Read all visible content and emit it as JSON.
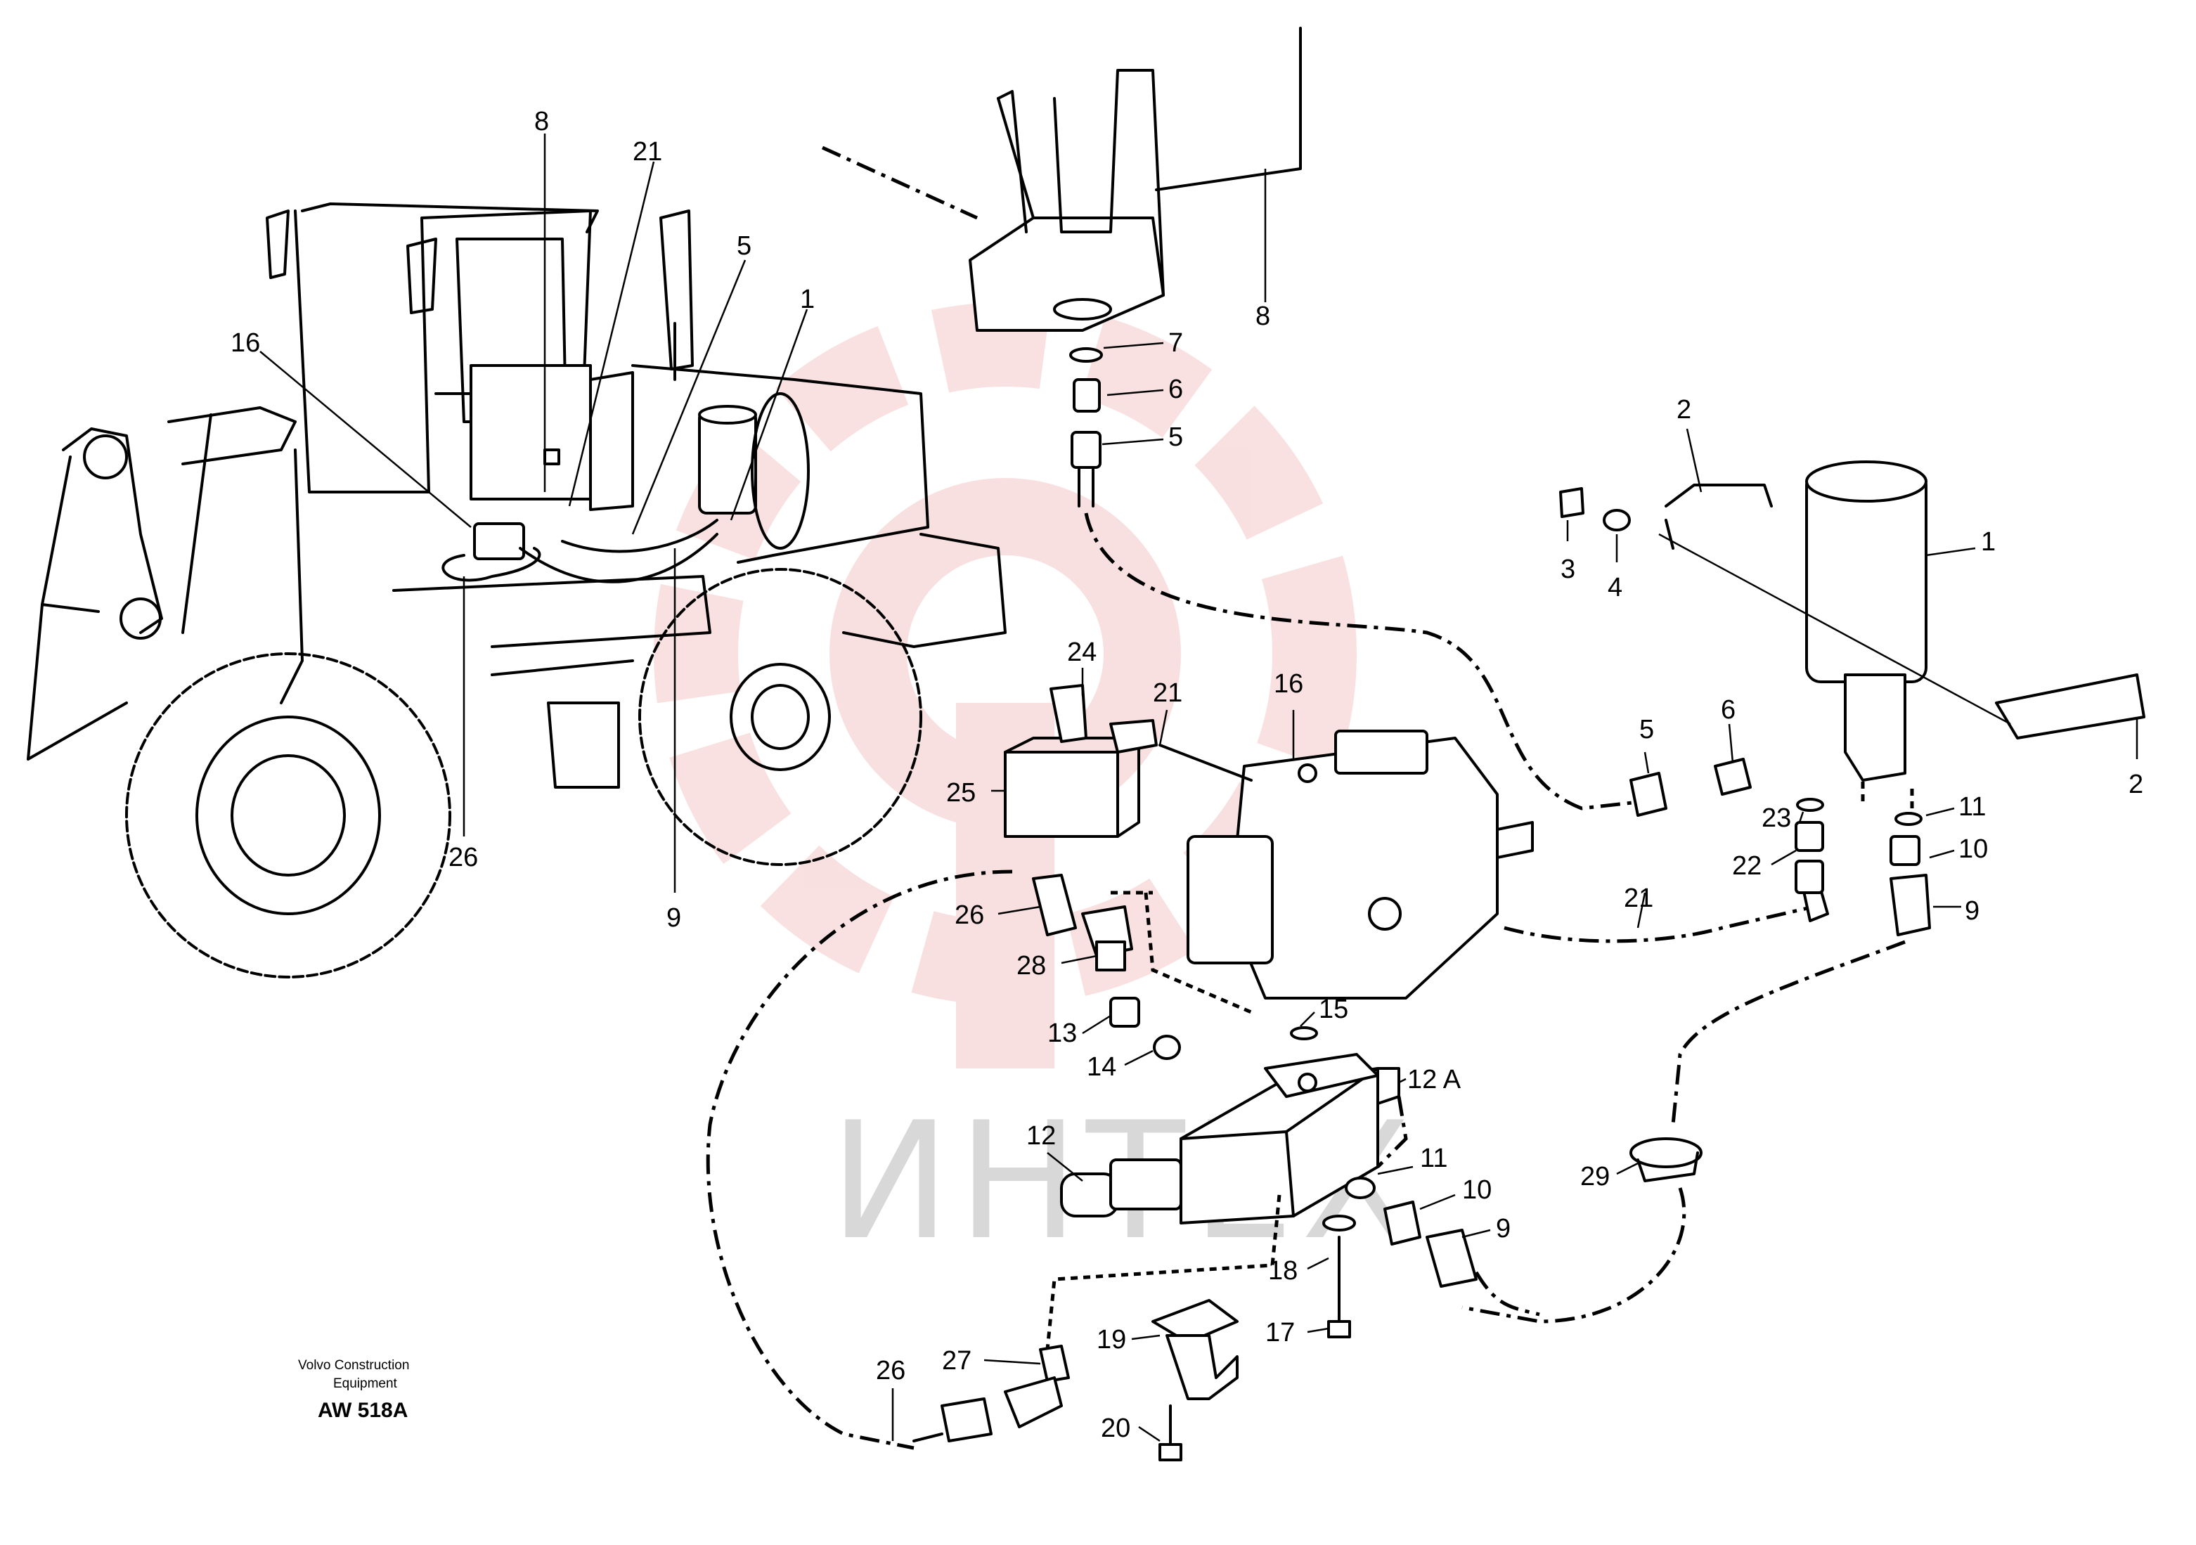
{
  "credit": {
    "line1": "Volvo Construction",
    "line2": "Equipment",
    "code": "AW 518A"
  },
  "watermark": {
    "text": "ИНТЕХ",
    "logo_color": "#f4c8c8",
    "text_color": "#d8d8d8"
  },
  "labels": {
    "l8a": "8",
    "l21a": "21",
    "l5a": "5",
    "l1a": "1",
    "l16a": "16",
    "l26a": "26",
    "l9a": "9",
    "l7": "7",
    "l6a": "6",
    "l5b": "5",
    "l8b": "8",
    "l2a": "2",
    "l3": "3",
    "l4": "4",
    "l1b": "1",
    "l2b": "2",
    "l24": "24",
    "l21b": "21",
    "l16b": "16",
    "l25": "25",
    "l5c": "5",
    "l6b": "6",
    "l23": "23",
    "l22": "22",
    "l11a": "11",
    "l10a": "10",
    "l9b": "9",
    "l21c": "21",
    "l26b": "26",
    "l28": "28",
    "l15": "15",
    "l13": "13",
    "l14": "14",
    "l12a": "12 A",
    "l12": "12",
    "l11b": "11",
    "l10b": "10",
    "l9c": "9",
    "l29": "29",
    "l18": "18",
    "l17": "17",
    "l19": "19",
    "l27": "27",
    "l26c": "26",
    "l20": "20"
  }
}
